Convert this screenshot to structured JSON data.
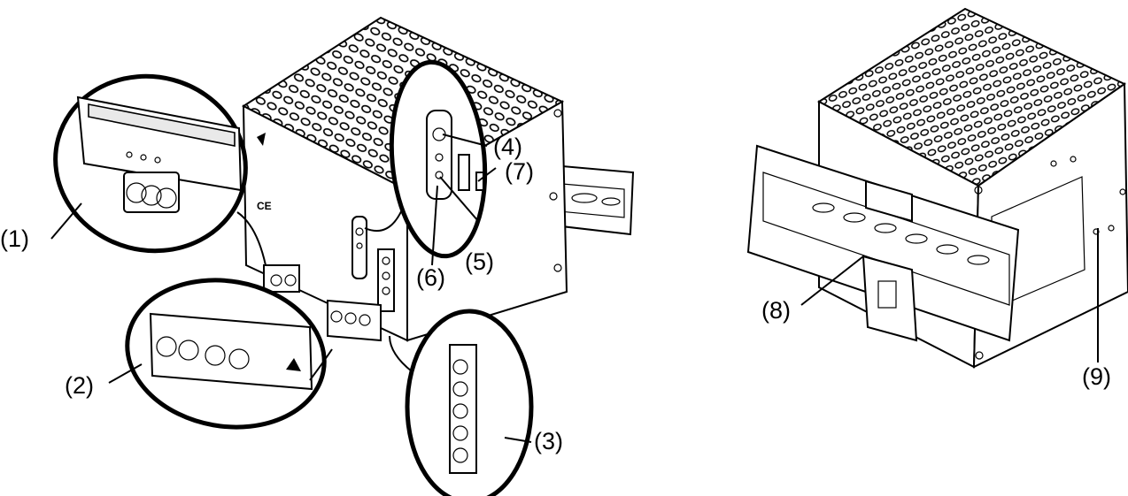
{
  "callouts": [
    {
      "id": "1",
      "text": "(1)"
    },
    {
      "id": "2",
      "text": "(2)"
    },
    {
      "id": "3",
      "text": "(3)"
    },
    {
      "id": "4",
      "text": "(4)"
    },
    {
      "id": "5",
      "text": "(5)"
    },
    {
      "id": "6",
      "text": "(6)"
    },
    {
      "id": "7",
      "text": "(7)"
    },
    {
      "id": "8",
      "text": "(8)"
    },
    {
      "id": "9",
      "text": "(9)"
    }
  ]
}
